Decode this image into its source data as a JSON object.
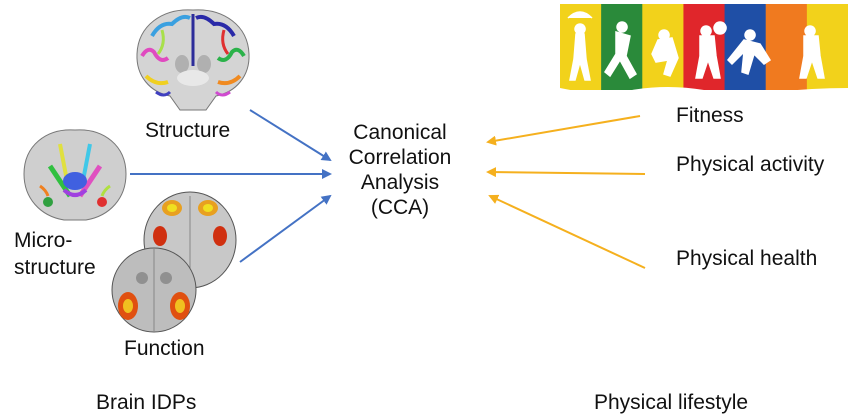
{
  "left_group": {
    "title": "Brain IDPs",
    "items": [
      {
        "label": "Structure"
      },
      {
        "label_line1": "Micro-",
        "label_line2": "structure"
      },
      {
        "label": "Function"
      }
    ]
  },
  "center": {
    "lines": [
      "Canonical",
      "Correlation",
      "Analysis",
      "(CCA)"
    ]
  },
  "right_group": {
    "title": "Physical lifestyle",
    "items": [
      {
        "label": "Fitness"
      },
      {
        "label": "Physical activity"
      },
      {
        "label": "Physical health"
      }
    ]
  },
  "banner": {
    "stripes": [
      "#f2d21b",
      "#2a8a3a",
      "#f2d21b",
      "#e0262b",
      "#1f4fa6",
      "#f07a1f",
      "#f2d21b"
    ]
  },
  "colors": {
    "left_arrow": "#4472c4",
    "right_arrow": "#f5b01e"
  }
}
